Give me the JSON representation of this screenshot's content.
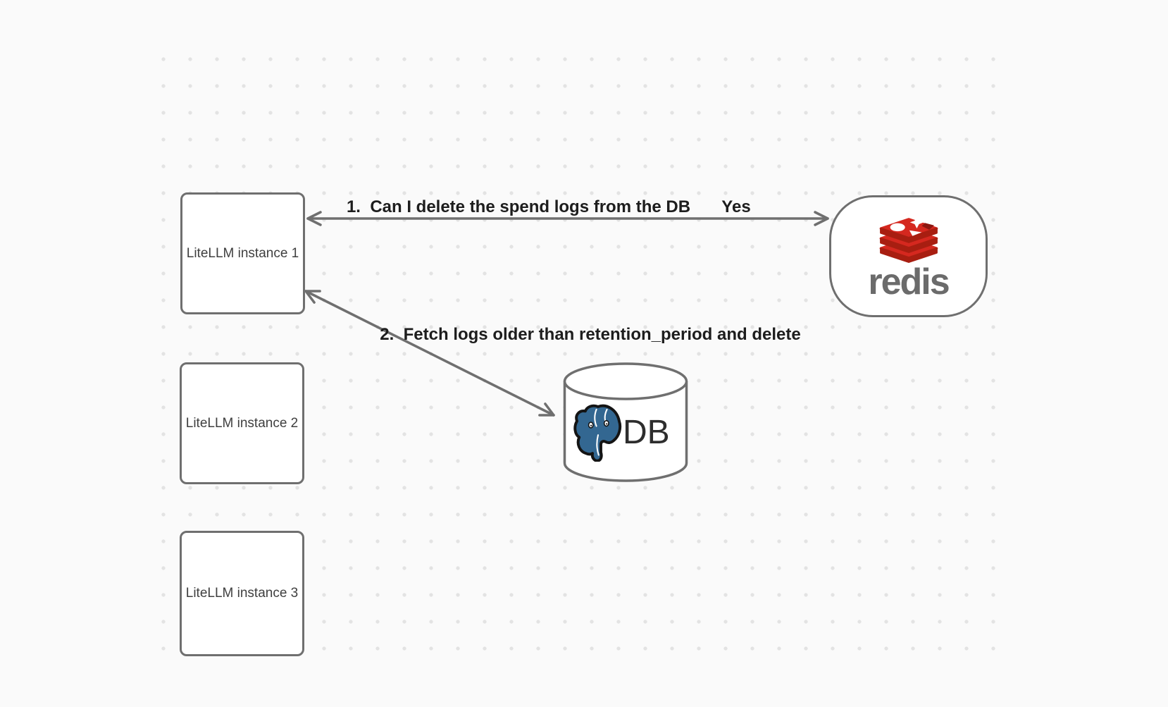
{
  "nodes": {
    "instances": [
      {
        "label": "LiteLLM instance 1"
      },
      {
        "label": "LiteLLM instance 2"
      },
      {
        "label": "LiteLLM instance 3"
      }
    ],
    "redis": {
      "wordmark": "redis",
      "icon": "redis-stack-logo-icon"
    },
    "db": {
      "label": "DB",
      "icon": "postgres-elephant-icon"
    }
  },
  "annotations": {
    "arrow1_label": "1.  Can I delete the spend logs from the DB",
    "arrow1_response": "Yes",
    "arrow2_label": "2.  Fetch logs older than retention_period and delete"
  },
  "colors": {
    "stroke_gray": "#6f6f6f",
    "redis_red": "#d5281f",
    "redis_dark_red": "#a81e11",
    "postgres_blue": "#336791",
    "background": "#fafafa",
    "dot": "#e3e3e3"
  }
}
